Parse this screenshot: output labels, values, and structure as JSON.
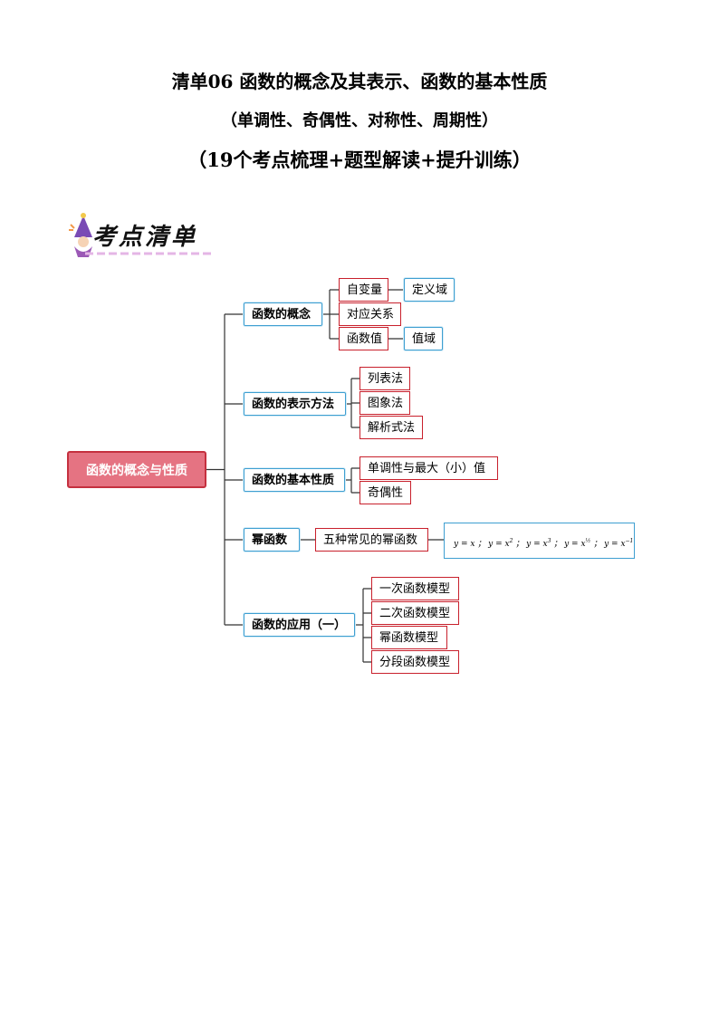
{
  "header": {
    "title_line1": "清单06  函数的概念及其表示、函数的基本性质",
    "title_line2": "（单调性、奇偶性、对称性、周期性）",
    "title_line3": "（19个考点梳理+题型解读+提升训练）"
  },
  "section_badge": {
    "label": "考点清单",
    "icon": "wizard-icon"
  },
  "mindmap": {
    "root": "函数的概念与性质",
    "branches": [
      {
        "label": "函数的概念",
        "children": [
          "自变量",
          "对应关系",
          "函数值"
        ],
        "grandchildren": [
          "定义域",
          "值域"
        ]
      },
      {
        "label": "函数的表示方法",
        "children": [
          "列表法",
          "图象法",
          "解析式法"
        ]
      },
      {
        "label": "函数的基本性质",
        "children": [
          "单调性与最大（小）值",
          "奇偶性"
        ]
      },
      {
        "label": "幂函数",
        "children": [
          "五种常见的幂函数"
        ],
        "formula": "y = x ； y = x² ； y = x³ ； y = x^(1/2) ； y = x^(-1)"
      },
      {
        "label": "函数的应用（一）",
        "children": [
          "一次函数模型",
          "二次函数模型",
          "幂函数模型",
          "分段函数模型"
        ]
      }
    ]
  },
  "colors": {
    "root_fill": "#e57382",
    "branch_border": "#3e9fd1",
    "leaf_border": "#c8202c",
    "connector": "#333333"
  }
}
